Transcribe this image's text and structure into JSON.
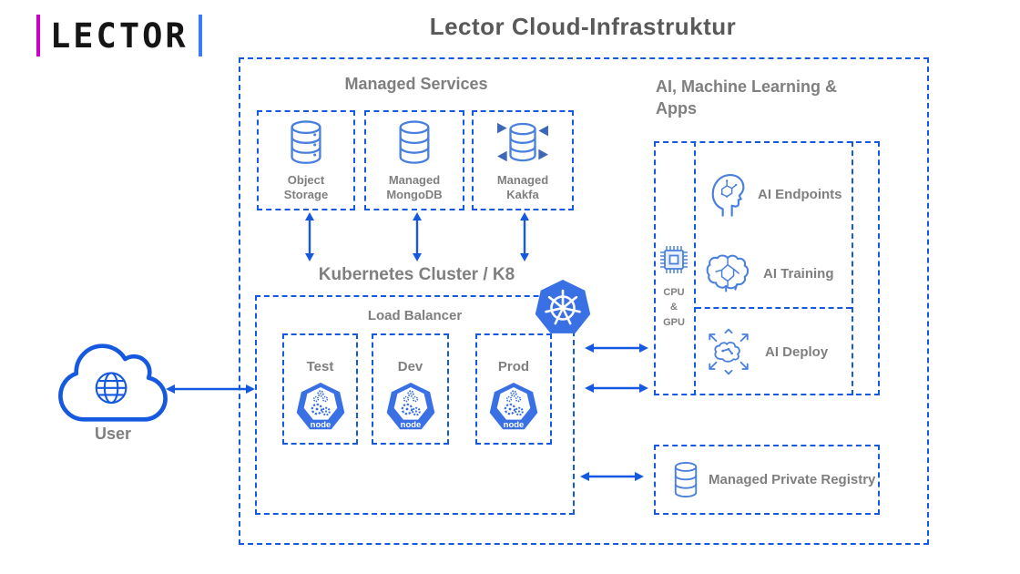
{
  "logo": {
    "text": "LECTOR"
  },
  "title": "Lector Cloud-Infrastruktur",
  "sections": {
    "managed_services": {
      "heading": "Managed Services",
      "items": [
        {
          "icon": "object-storage-db-icon",
          "line1": "Object",
          "line2": "Storage"
        },
        {
          "icon": "mongodb-db-icon",
          "line1": "Managed",
          "line2": "MongoDB"
        },
        {
          "icon": "kafka-sync-db-icon",
          "line1": "Managed",
          "line2": "Kakfa"
        }
      ]
    },
    "kubernetes": {
      "heading": "Kubernetes Cluster / K8",
      "load_balancer_label": "Load Balancer",
      "nodes": [
        {
          "label": "Test",
          "badge": "node"
        },
        {
          "label": "Dev",
          "badge": "node"
        },
        {
          "label": "Prod",
          "badge": "node"
        }
      ]
    },
    "ai": {
      "heading_line1": "AI, Machine Learning &",
      "heading_line2": "Apps",
      "cpu": {
        "line1": "CPU",
        "line2": "&",
        "line3": "GPU"
      },
      "items": [
        {
          "icon": "ai-endpoints-head-icon",
          "label": "AI Endpoints"
        },
        {
          "icon": "ai-training-brain-icon",
          "label": "AI Training"
        },
        {
          "icon": "ai-deploy-icon",
          "label": "AI Deploy"
        }
      ]
    },
    "registry": {
      "label": "Managed Private Registry"
    },
    "user": {
      "label": "User"
    }
  },
  "colors": {
    "line_blue": "#1659E1",
    "icon_blue": "#4A80DD",
    "kafka_triangle_blue": "#3D68B8",
    "k8s_blue": "#3970E4",
    "label_gray": "#7F7F7F",
    "title_gray": "#595959",
    "logo_magenta": "#CC00CC",
    "logo_blue": "#3B7BFA",
    "logo_text_black": "#151515"
  }
}
